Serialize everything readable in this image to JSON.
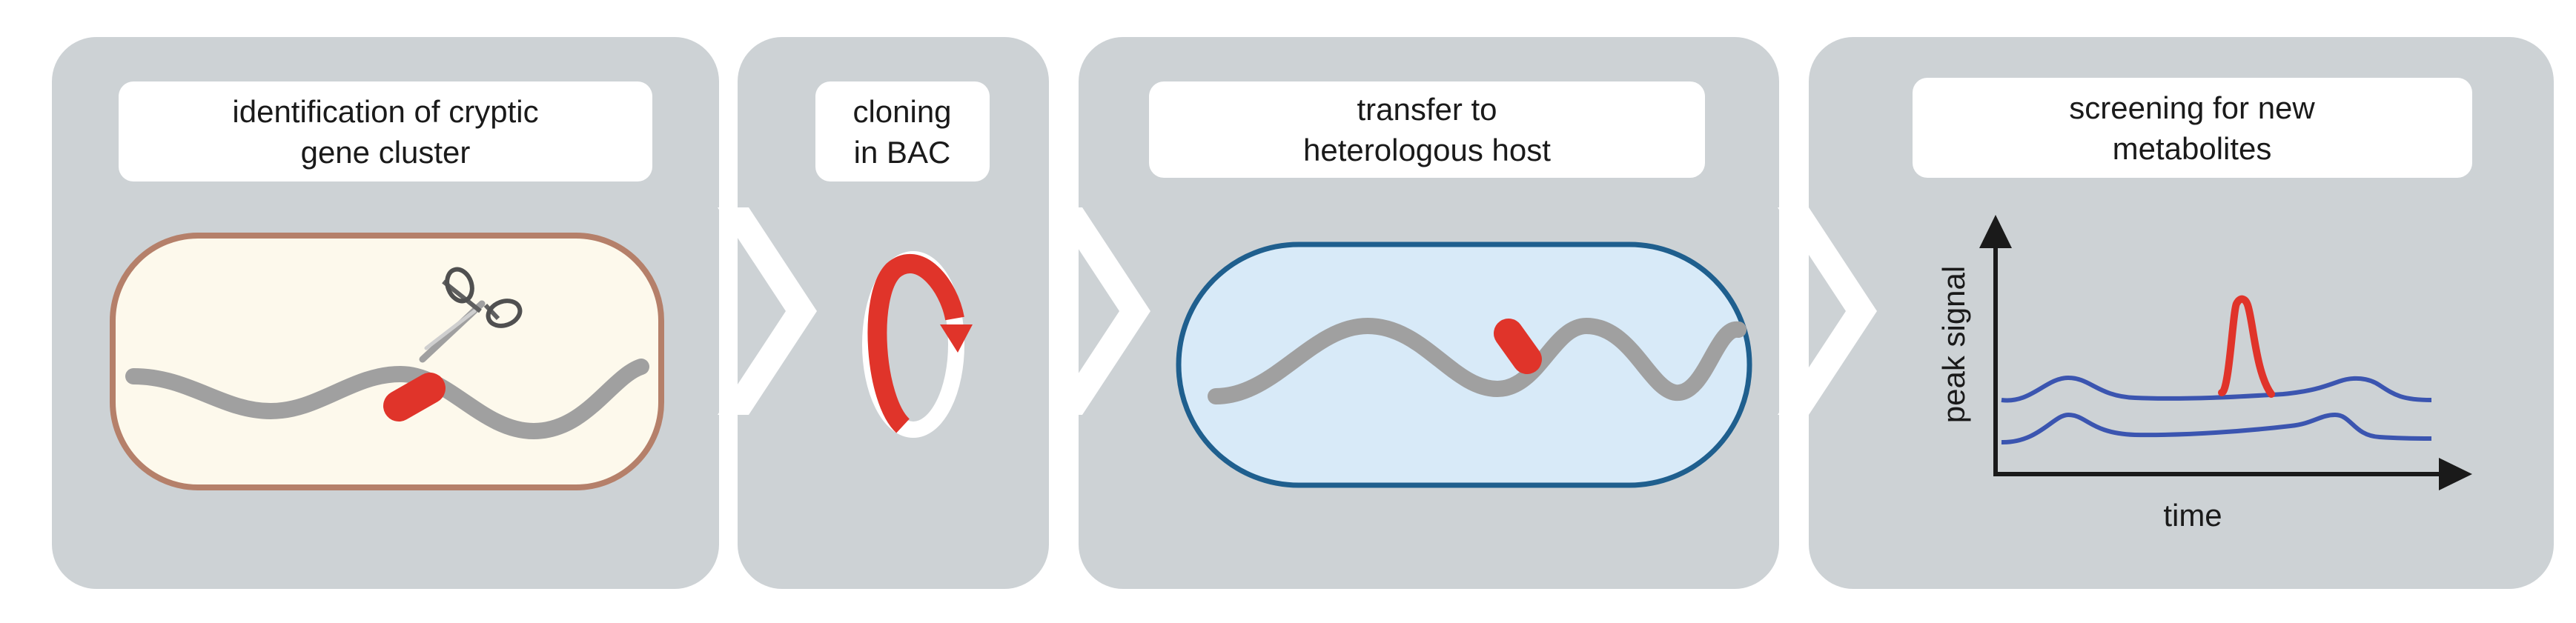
{
  "steps": [
    {
      "line1": "identification of cryptic",
      "line2": "gene cluster"
    },
    {
      "line1": "cloning",
      "line2": "in BAC"
    },
    {
      "line1": "transfer to",
      "line2": "heterologous host"
    },
    {
      "line1": "screening for new",
      "line2": "metabolites"
    }
  ],
  "chart": {
    "ylabel": "peak signal",
    "xlabel": "time"
  },
  "colors": {
    "panel": "#cdd2d5",
    "label_box": "#ffffff",
    "dna": "#a0a0a0",
    "gene_cluster": "#e0342a",
    "cell1_fill": "#fdf9ec",
    "cell1_border": "#b5806a",
    "cell2_fill": "#d8eaf8",
    "cell2_border": "#1f5f8e",
    "trace": "#3b55b0",
    "axis": "#1a1a1a"
  },
  "icons": [
    "scissors-icon",
    "bac-plasmid-icon"
  ]
}
